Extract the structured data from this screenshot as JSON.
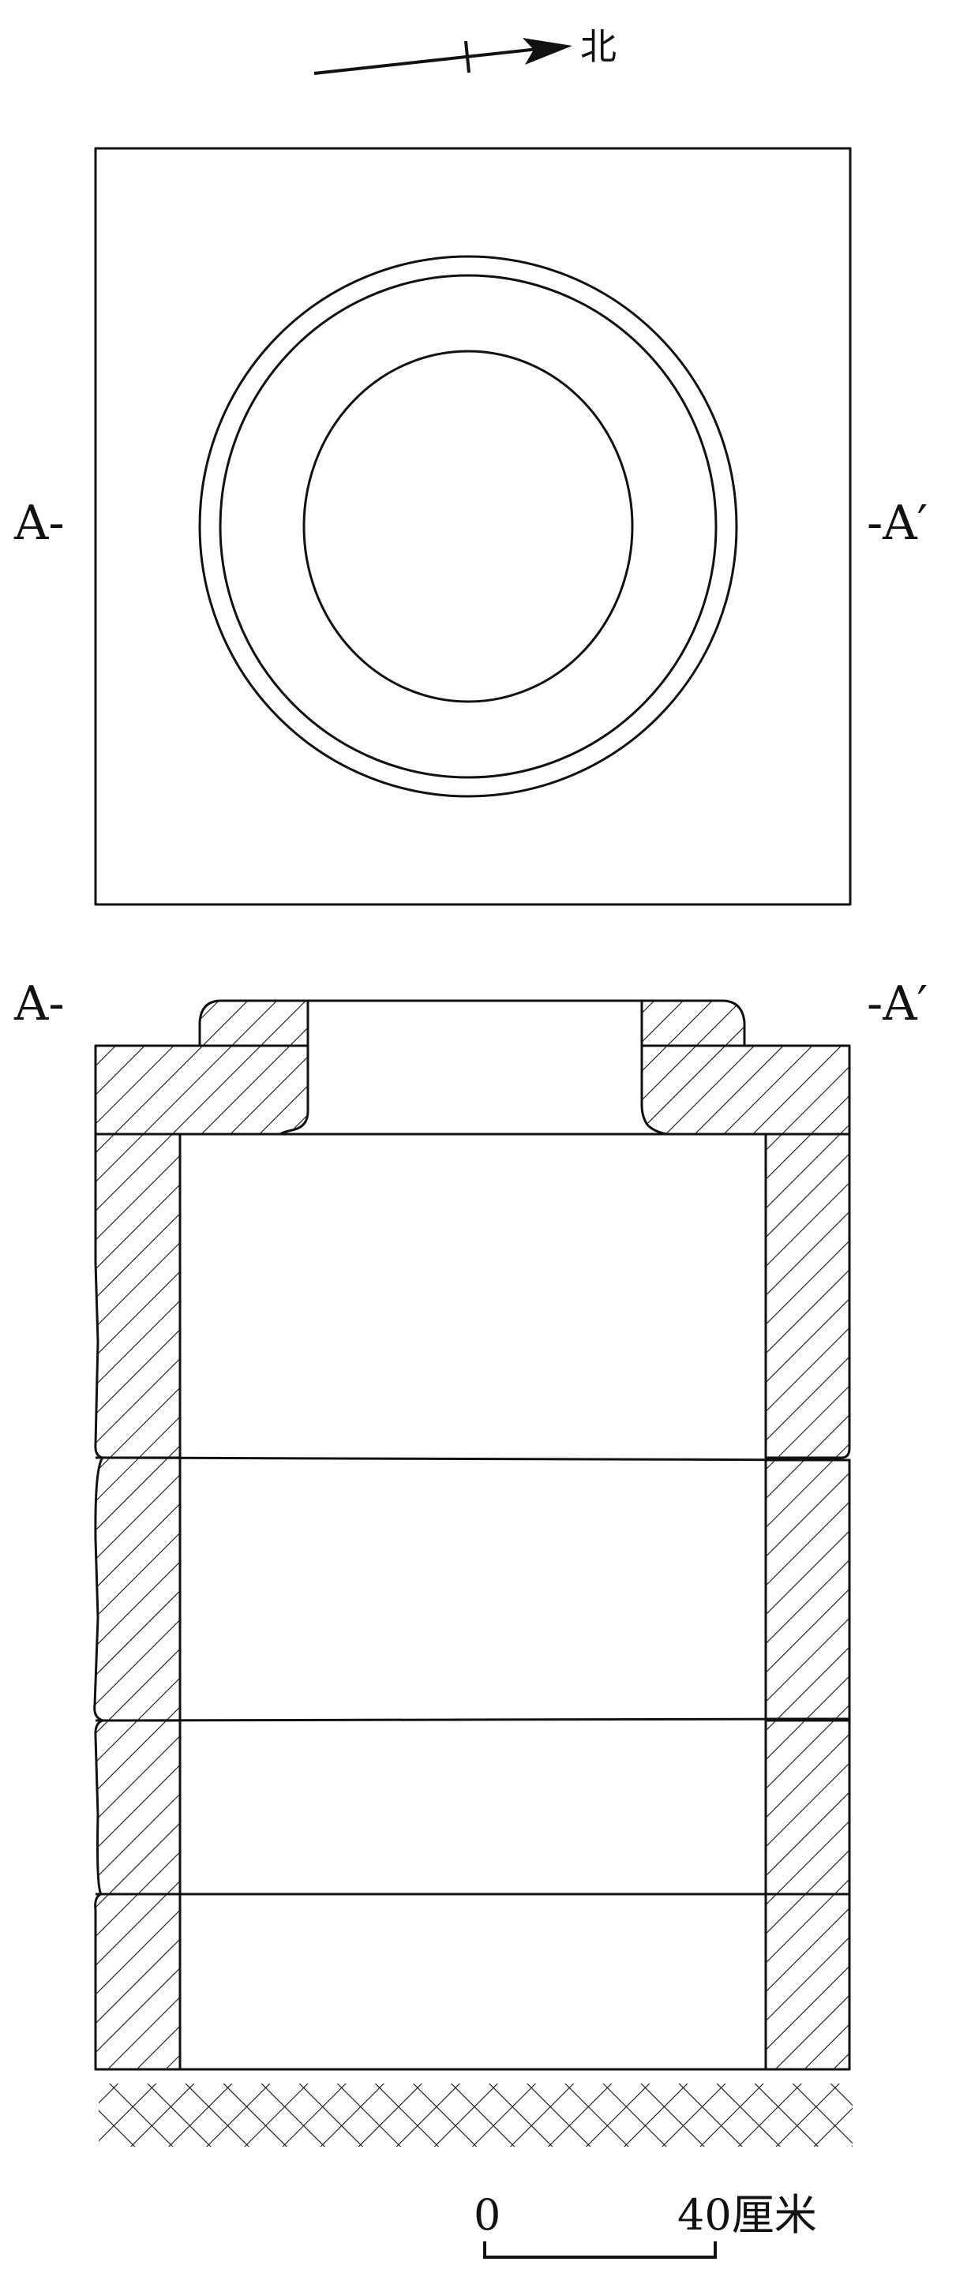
{
  "north_arrow": {
    "label": "北"
  },
  "plan_view": {
    "section_left": "A-",
    "section_right": "-A′"
  },
  "section_view": {
    "section_left": "A-",
    "section_right": "-A′"
  },
  "scale_bar": {
    "start_label": "0",
    "end_label": "40厘米"
  }
}
